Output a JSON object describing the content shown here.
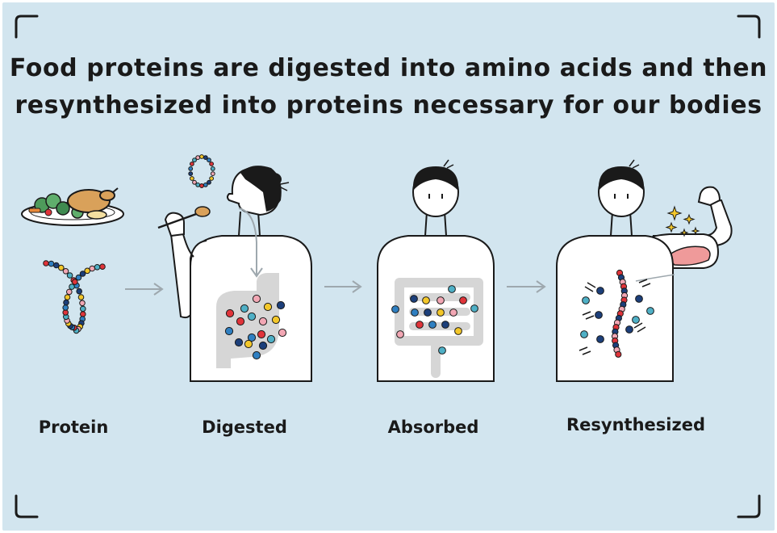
{
  "title": {
    "line1": "Food proteins are digested into amino acids and then",
    "line2": "resynthesized into proteins necessary for our bodies"
  },
  "stages": [
    {
      "label": "Protein"
    },
    {
      "label": "Digested"
    },
    {
      "label": "Absorbed"
    },
    {
      "label": "Resynthesized"
    }
  ],
  "colors": {
    "background": "#d2e5ef",
    "red": "#e0343a",
    "blue": "#2f7fc1",
    "navy": "#1c3f7a",
    "yellow": "#f3c72a",
    "pink": "#f2a7b4",
    "teal": "#4fb0c6",
    "gray": "#d6d6d6",
    "muscle": "#ef9a9a"
  }
}
